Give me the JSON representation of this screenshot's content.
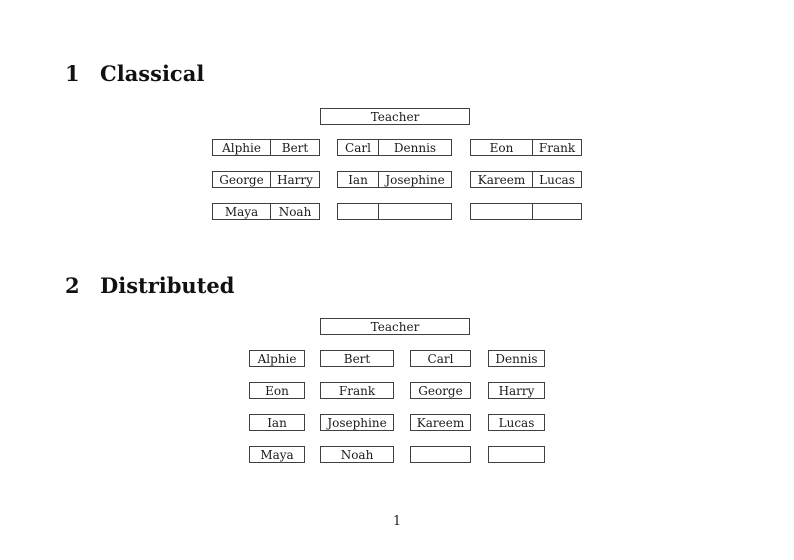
{
  "page": {
    "number": "1"
  },
  "colors": {
    "background": "#ffffff",
    "border": "#404040",
    "text": "#1a1a1a"
  },
  "classical": {
    "section_number": "1",
    "title": "Classical",
    "teacher_label": "Teacher",
    "desks": [
      {
        "left": "Alphie",
        "right": "Bert"
      },
      {
        "left": "Carl",
        "right": "Dennis"
      },
      {
        "left": "Eon",
        "right": "Frank"
      },
      {
        "left": "George",
        "right": "Harry"
      },
      {
        "left": "Ian",
        "right": "Josephine"
      },
      {
        "left": "Kareem",
        "right": "Lucas"
      },
      {
        "left": "Maya",
        "right": "Noah"
      },
      {
        "left": "",
        "right": ""
      },
      {
        "left": "",
        "right": ""
      }
    ]
  },
  "distributed": {
    "section_number": "2",
    "title": "Distributed",
    "teacher_label": "Teacher",
    "seats": [
      "Alphie",
      "Bert",
      "Carl",
      "Dennis",
      "Eon",
      "Frank",
      "George",
      "Harry",
      "Ian",
      "Josephine",
      "Kareem",
      "Lucas",
      "Maya",
      "Noah",
      "",
      ""
    ]
  }
}
